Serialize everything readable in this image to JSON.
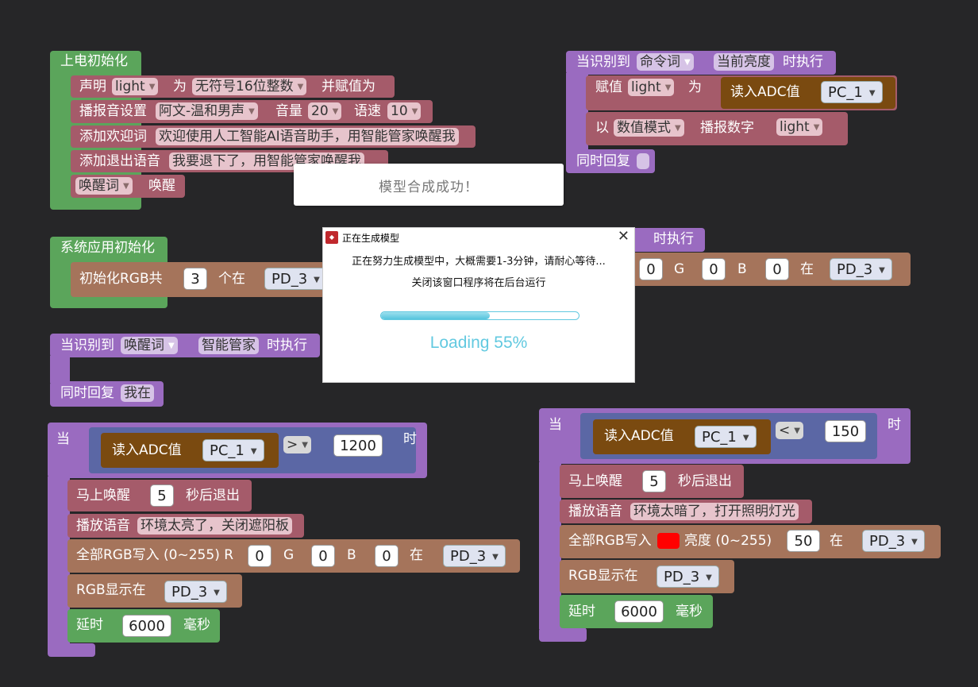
{
  "blocks": {
    "poweron": {
      "title": "上电初始化",
      "declare": "声明",
      "var": "light",
      "as": "为",
      "type": "无符号16位整数",
      "assign": "并赋值为",
      "voice_set": "播报音设置",
      "voice": "阿文-温和男声",
      "volume_label": "音量",
      "volume": "20",
      "speed_label": "语速",
      "speed": "10",
      "welcome_label": "添加欢迎词",
      "welcome_text": "欢迎使用人工智能AI语音助手，用智能管家唤醒我",
      "exit_label": "添加退出语音",
      "exit_text": "我要退下了，用智能管家唤醒我",
      "wake_word": "唤醒词",
      "wake": "唤醒"
    },
    "sysinit": {
      "title": "系统应用初始化",
      "rgb_init": "初始化RGB共",
      "count": "3",
      "at": "个在",
      "pin": "PD_3"
    },
    "onwake": {
      "prefix": "当识别到",
      "kind": "唤醒词",
      "word": "智能管家",
      "suffix": "时执行",
      "reply_label": "同时回复",
      "reply": "我在"
    },
    "oncmd": {
      "prefix": "当识别到",
      "kind": "命令词",
      "word": "当前亮度",
      "suffix": "时执行",
      "assign": "赋值",
      "var": "light",
      "as": "为",
      "adc": "读入ADC值",
      "adc_pin": "PC_1",
      "speak": "以",
      "mode": "数值模式",
      "speak_num": "播报数字",
      "var2": "light",
      "reply_label": "同时回复"
    },
    "oncmd2": {
      "suffix": "时执行",
      "g": "G",
      "g_val": "0",
      "b": "B",
      "b_val": "0",
      "r_val": "0",
      "at": "在",
      "pin": "PD_3"
    },
    "if_bright": {
      "when": "当",
      "adc": "读入ADC值",
      "adc_pin": "PC_1",
      "op": ">",
      "threshold": "1200",
      "then": "时",
      "wake_now": "马上唤醒",
      "secs": "5",
      "secs_after": "秒后退出",
      "play": "播放语音",
      "play_text": "环境太亮了，关闭遮阳板",
      "rgb_all": "全部RGB写入 (0~255) R",
      "r": "0",
      "g": "G",
      "g_val": "0",
      "b": "B",
      "b_val": "0",
      "at": "在",
      "pin": "PD_3",
      "rgb_show": "RGB显示在",
      "show_pin": "PD_3",
      "delay": "延时",
      "delay_ms": "6000",
      "ms": "毫秒"
    },
    "if_dark": {
      "when": "当",
      "adc": "读入ADC值",
      "adc_pin": "PC_1",
      "op": "<",
      "threshold": "150",
      "then": "时",
      "wake_now": "马上唤醒",
      "secs": "5",
      "secs_after": "秒后退出",
      "play": "播放语音",
      "play_text": "环境太暗了，打开照明灯光",
      "rgb_all": "全部RGB写入",
      "brightness": "亮度 (0~255)",
      "bright_val": "50",
      "at": "在",
      "pin": "PD_3",
      "rgb_show": "RGB显示在",
      "show_pin": "PD_3",
      "delay": "延时",
      "delay_ms": "6000",
      "ms": "毫秒"
    }
  },
  "toast": {
    "text": "模型合成成功！"
  },
  "dialog": {
    "title": "正在生成模型",
    "line1": "正在努力生成模型中，大概需要1-3分钟，请耐心等待...",
    "line2": "关闭该窗口程序将在后台运行",
    "progress": 0.55,
    "loading": "Loading 55%"
  },
  "colors": {
    "background": "#262628",
    "green": "#5ba55b",
    "purple": "#9a6bc0",
    "pink": "#a55b6a",
    "brown": "#a5745b",
    "progress": "#62c9e0"
  }
}
